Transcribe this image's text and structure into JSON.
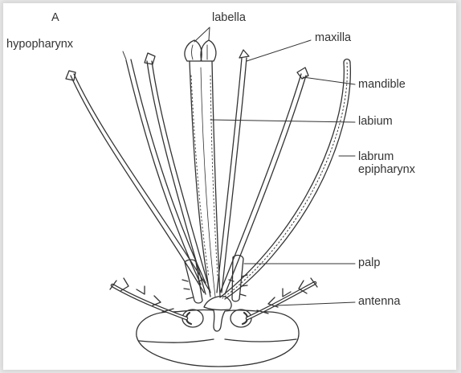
{
  "panel_letter": "A",
  "labels": {
    "labella": "labella",
    "hypopharynx": "hypopharynx",
    "maxilla": "maxilla",
    "mandible": "mandible",
    "labium": "labium",
    "labrum_epipharynx": "labrum\nepipharynx",
    "palp": "palp",
    "antenna": "antenna"
  },
  "colors": {
    "ink": "#333333",
    "background": "#ffffff",
    "frame": "#e9e9e9"
  }
}
